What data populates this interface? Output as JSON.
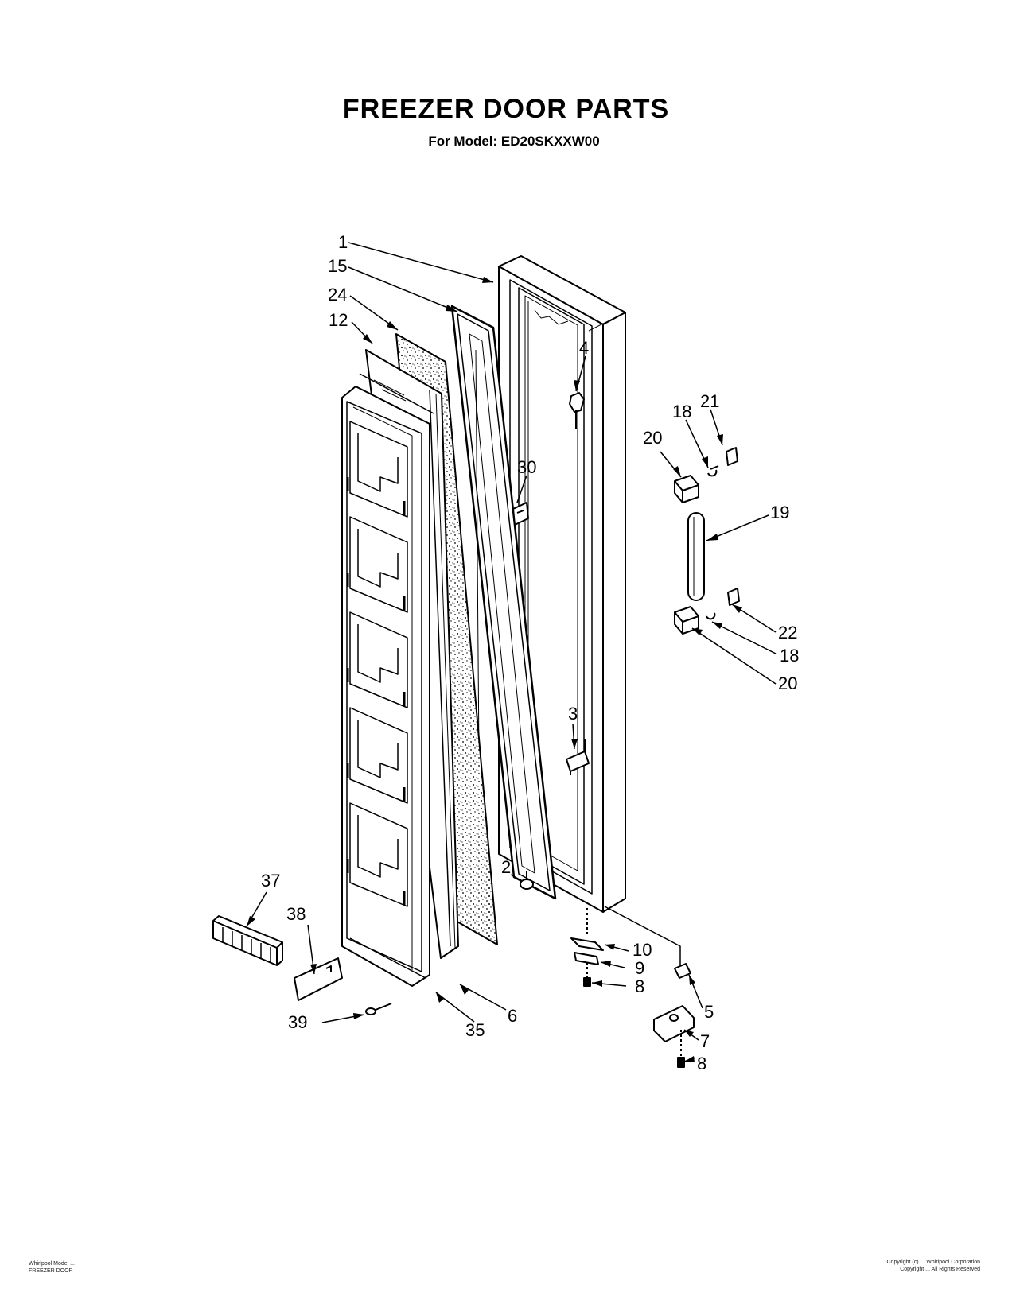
{
  "title": "FREEZER DOOR PARTS",
  "subtitle": "For Model: ED20SKXXW00",
  "callouts": [
    "1",
    "15",
    "24",
    "12",
    "4",
    "21",
    "18",
    "20",
    "30",
    "19",
    "22",
    "18",
    "20",
    "3",
    "2",
    "10",
    "9",
    "8",
    "5",
    "7",
    "8",
    "37",
    "38",
    "39",
    "35",
    "6"
  ],
  "footer": {
    "left_line1": "Whirlpool Model ...",
    "left_line2": "FREEZER DOOR",
    "right_line1": "Copyright (c) ... Whirlpool Corporation",
    "right_line2": "Copyright ... All Rights Reserved"
  }
}
